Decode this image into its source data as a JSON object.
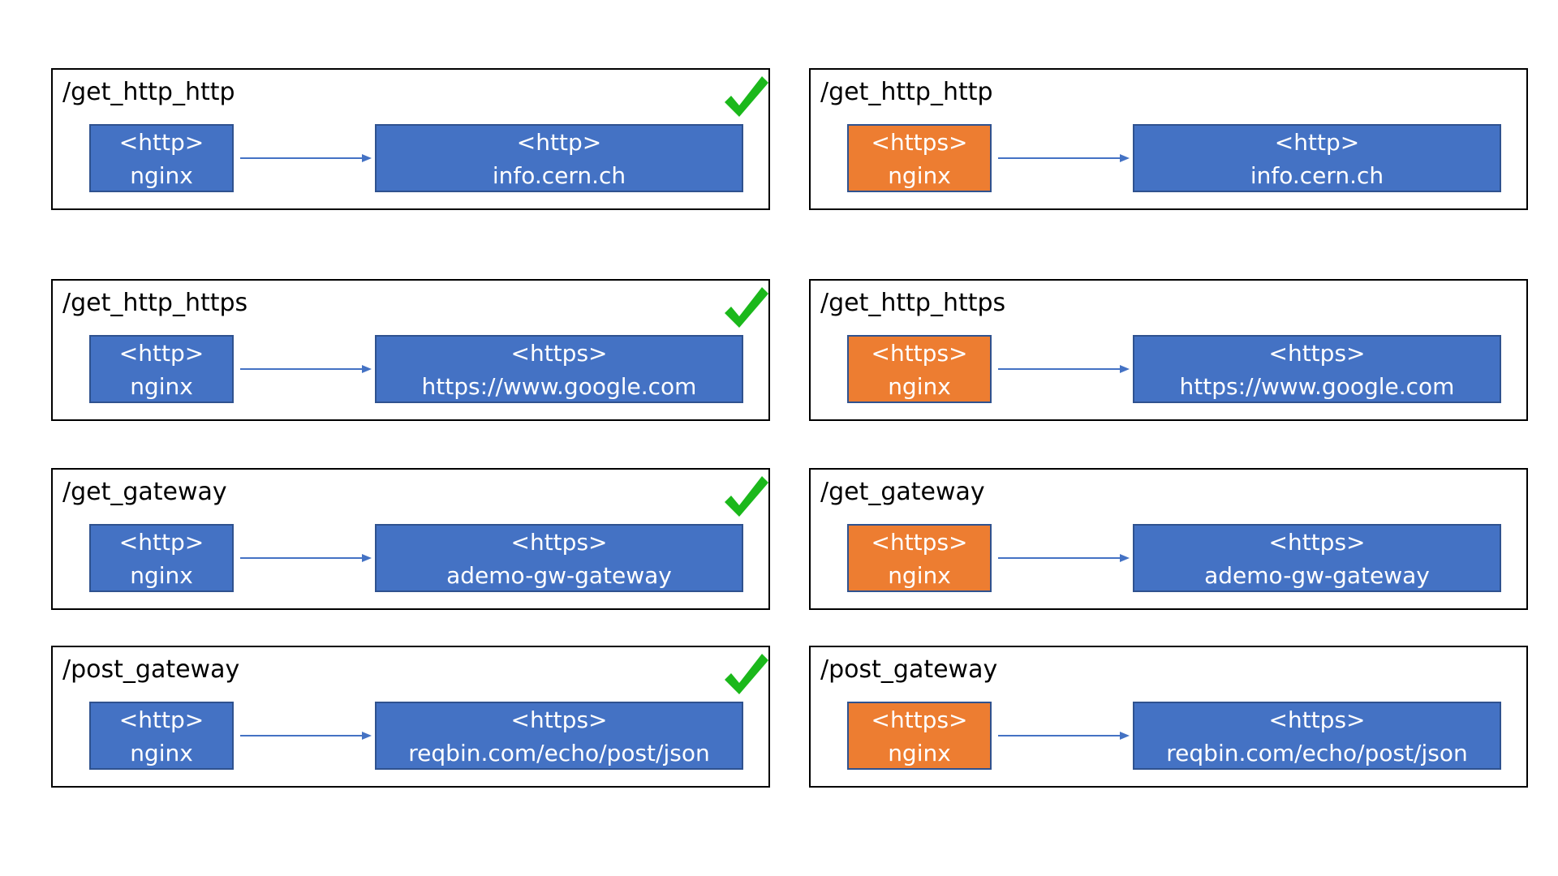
{
  "colors": {
    "http_box": "#4472c4",
    "https_box": "#ed7d31",
    "box_border": "#2f528f",
    "arrow": "#4472c4",
    "check": "#1bb81b"
  },
  "left_column": [
    {
      "title": "/get_http_http",
      "source": {
        "protocol": "<http>",
        "name": "nginx",
        "kind": "http"
      },
      "target": {
        "protocol": "<http>",
        "name": "info.cern.ch"
      },
      "check_icon": "checkmark-icon"
    },
    {
      "title": "/get_http_https",
      "source": {
        "protocol": "<http>",
        "name": "nginx",
        "kind": "http"
      },
      "target": {
        "protocol": "<https>",
        "name": "https://www.google.com"
      },
      "check_icon": "checkmark-icon"
    },
    {
      "title": "/get_gateway",
      "source": {
        "protocol": "<http>",
        "name": "nginx",
        "kind": "http"
      },
      "target": {
        "protocol": "<https>",
        "name": "ademo-gw-gateway"
      },
      "check_icon": "checkmark-icon"
    },
    {
      "title": "/post_gateway",
      "source": {
        "protocol": "<http>",
        "name": "nginx",
        "kind": "http"
      },
      "target": {
        "protocol": "<https>",
        "name": "reqbin.com/echo/post/json"
      },
      "check_icon": "checkmark-icon"
    }
  ],
  "right_column": [
    {
      "title": "/get_http_http",
      "source": {
        "protocol": "<https>",
        "name": "nginx",
        "kind": "https"
      },
      "target": {
        "protocol": "<http>",
        "name": "info.cern.ch"
      }
    },
    {
      "title": "/get_http_https",
      "source": {
        "protocol": "<https>",
        "name": "nginx",
        "kind": "https"
      },
      "target": {
        "protocol": "<https>",
        "name": "https://www.google.com"
      }
    },
    {
      "title": "/get_gateway",
      "source": {
        "protocol": "<https>",
        "name": "nginx",
        "kind": "https"
      },
      "target": {
        "protocol": "<https>",
        "name": "ademo-gw-gateway"
      }
    },
    {
      "title": "/post_gateway",
      "source": {
        "protocol": "<https>",
        "name": "nginx",
        "kind": "https"
      },
      "target": {
        "protocol": "<https>",
        "name": "reqbin.com/echo/post/json"
      }
    }
  ]
}
